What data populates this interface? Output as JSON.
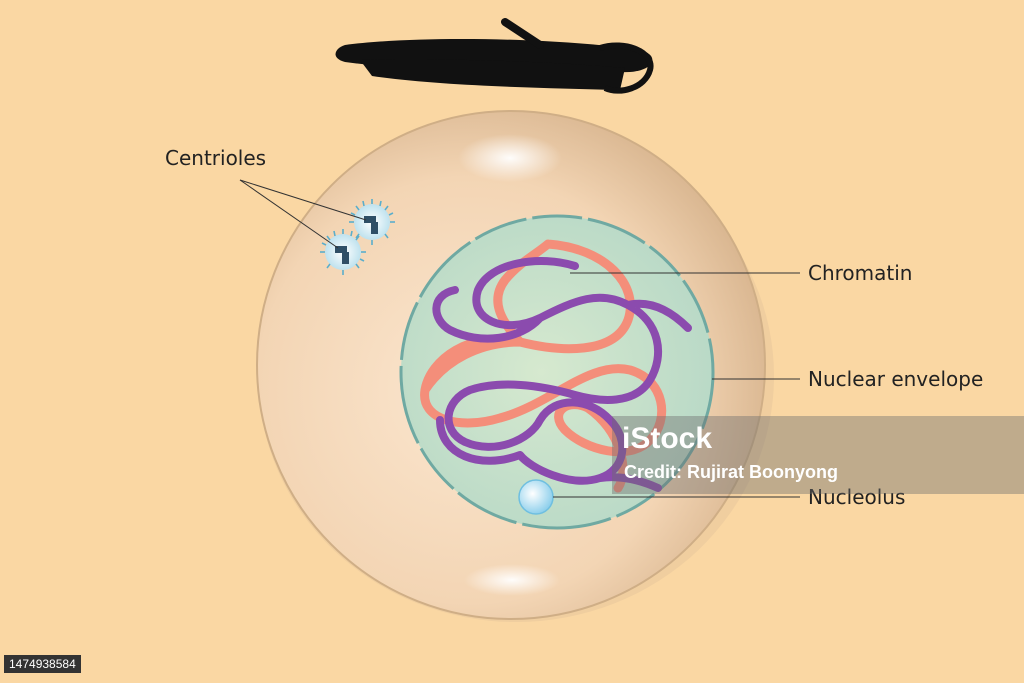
{
  "labels": {
    "centrioles": "Centrioles",
    "chromatin": "Chromatin",
    "nuclear_envelope": "Nuclear envelope",
    "nucleolus": "Nucleolus"
  },
  "watermark": {
    "logo": "iStock",
    "credit": "Credit: Rujirat Boonyong",
    "photo_id": "1474938584"
  },
  "colors": {
    "background": "#fad7a3",
    "cell": "#f6dcc0",
    "nucleus": "#c4dfc9",
    "chromatin_purple": "#8b4bae",
    "chromatin_salmon": "#f48e7a",
    "centriole": "#5aaecc",
    "scribble": "#111111"
  }
}
